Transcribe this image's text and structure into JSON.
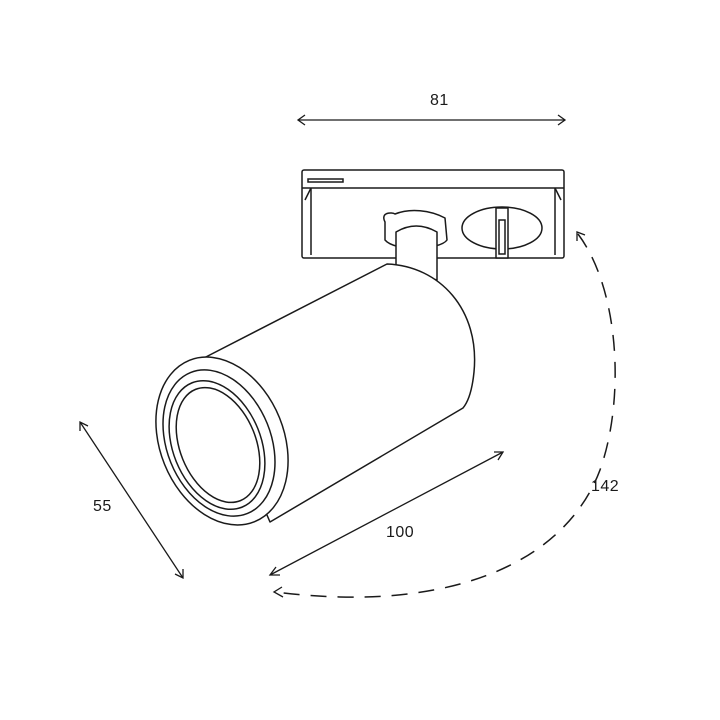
{
  "dimensions": {
    "width": "81",
    "depth": "55",
    "length": "100",
    "height": "142"
  },
  "colors": {
    "line": "#1a1a1a",
    "background": "#ffffff"
  }
}
